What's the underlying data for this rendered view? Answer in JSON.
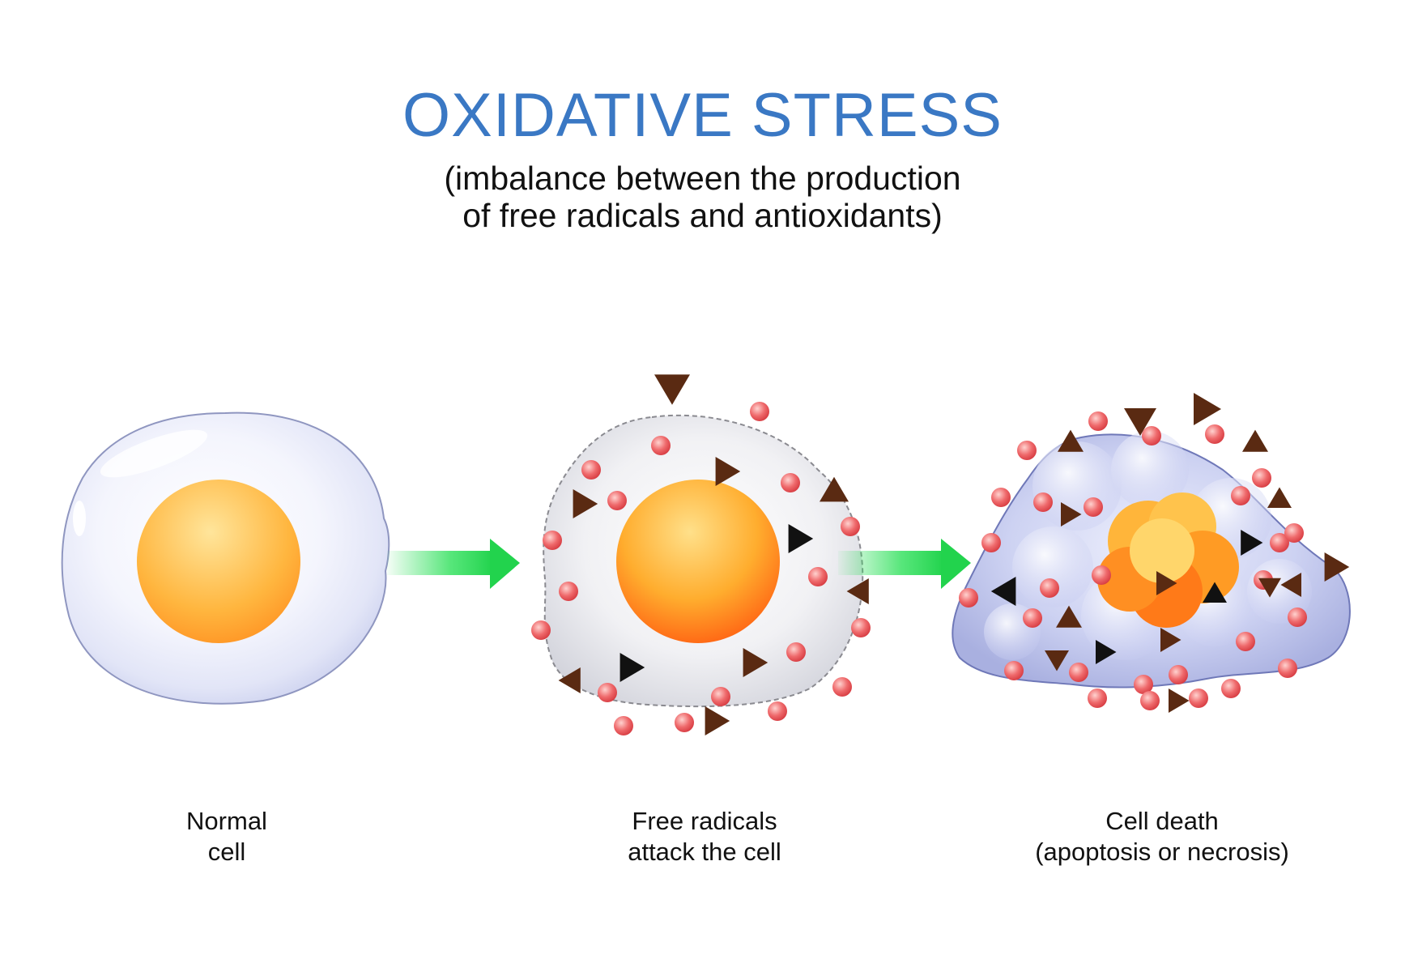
{
  "title": "OXIDATIVE STRESS",
  "subtitle": {
    "line1": "(imbalance between the production",
    "line2": "of free radicals and antioxidants)"
  },
  "stages": [
    {
      "line1": "Normal",
      "line2": "cell"
    },
    {
      "line1": "Free radicals",
      "line2": "attack the cell"
    },
    {
      "line1": "Cell death",
      "line2": "(apoptosis or necrosis)"
    }
  ],
  "colors": {
    "title": "#3a78c4",
    "arrow": "#2ee05a",
    "radical_dot": "#ee5a5f",
    "radical_triangle": "#5a2a12",
    "nucleus": "#ff9a1a",
    "cell_membrane": "#e6e8f8",
    "dead_cell": "#b7bde8"
  },
  "icons": {
    "arrow": "right-arrow-icon",
    "dot": "free-radical-dot",
    "triangle": "free-radical-triangle"
  }
}
